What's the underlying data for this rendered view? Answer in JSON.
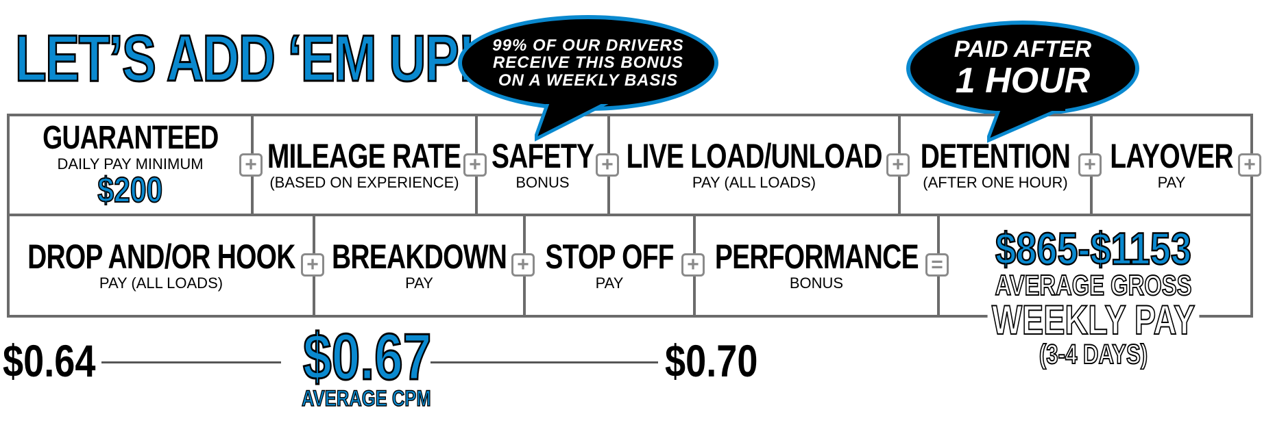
{
  "heading": "LET’S ADD ‘EM UP!",
  "bubbles": {
    "safety": [
      "99% OF OUR DRIVERS",
      "RECEIVE THIS BONUS",
      "ON A WEEKLY BASIS"
    ],
    "detention": [
      "PAID AFTER",
      "1 HOUR"
    ]
  },
  "row1": [
    {
      "title": "GUARANTEED",
      "sub": "DAILY PAY MINIMUM",
      "amount": "$200"
    },
    {
      "title": "MILEAGE RATE",
      "sub": "(BASED ON EXPERIENCE)"
    },
    {
      "title": "SAFETY",
      "sub": "BONUS"
    },
    {
      "title": "LIVE LOAD/UNLOAD",
      "sub": "PAY (ALL LOADS)"
    },
    {
      "title": "DETENTION",
      "sub": "(AFTER ONE HOUR)"
    },
    {
      "title": "LAYOVER",
      "sub": "PAY"
    }
  ],
  "row2": [
    {
      "title": "DROP AND/OR HOOK",
      "sub": "PAY (ALL LOADS)"
    },
    {
      "title": "BREAKDOWN",
      "sub": "PAY"
    },
    {
      "title": "STOP OFF",
      "sub": "PAY"
    },
    {
      "title": "PERFORMANCE",
      "sub": "BONUS"
    }
  ],
  "operators": {
    "plus": "+",
    "equals": "="
  },
  "total": {
    "amount": "$865-$1153",
    "line1": "AVERAGE GROSS",
    "line2": "WEEKLY PAY",
    "line3": "(3-4 DAYS)"
  },
  "cpm": {
    "low": "$0.64",
    "average": "$0.67",
    "average_label": "AVERAGE CPM",
    "high": "$0.70"
  },
  "colors": {
    "accent": "#0a89cf",
    "border": "#6b6b6b",
    "bubble": "#000000"
  }
}
